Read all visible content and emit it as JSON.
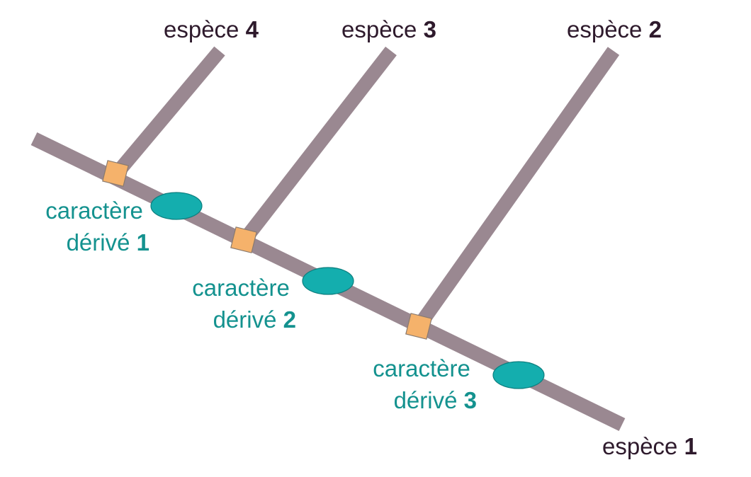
{
  "colors": {
    "branch": "#9a8891",
    "node": "#f5b26b",
    "node_stroke": "#8a7a6e",
    "trait_marker": "#14aeae",
    "trait_marker_stroke": "#0d7f7f",
    "species_text": "#2e1a2c",
    "trait_text": "#14928f"
  },
  "species": [
    {
      "word": "espèce",
      "number": "4"
    },
    {
      "word": "espèce",
      "number": "3"
    },
    {
      "word": "espèce",
      "number": "2"
    },
    {
      "word": "espèce",
      "number": "1"
    }
  ],
  "traits": [
    {
      "line1": "caractère",
      "line2_word": "dérivé",
      "number": "1"
    },
    {
      "line1": "caractère",
      "line2_word": "dérivé",
      "number": "2"
    },
    {
      "line1": "caractère",
      "line2_word": "dérivé",
      "number": "3"
    }
  ]
}
